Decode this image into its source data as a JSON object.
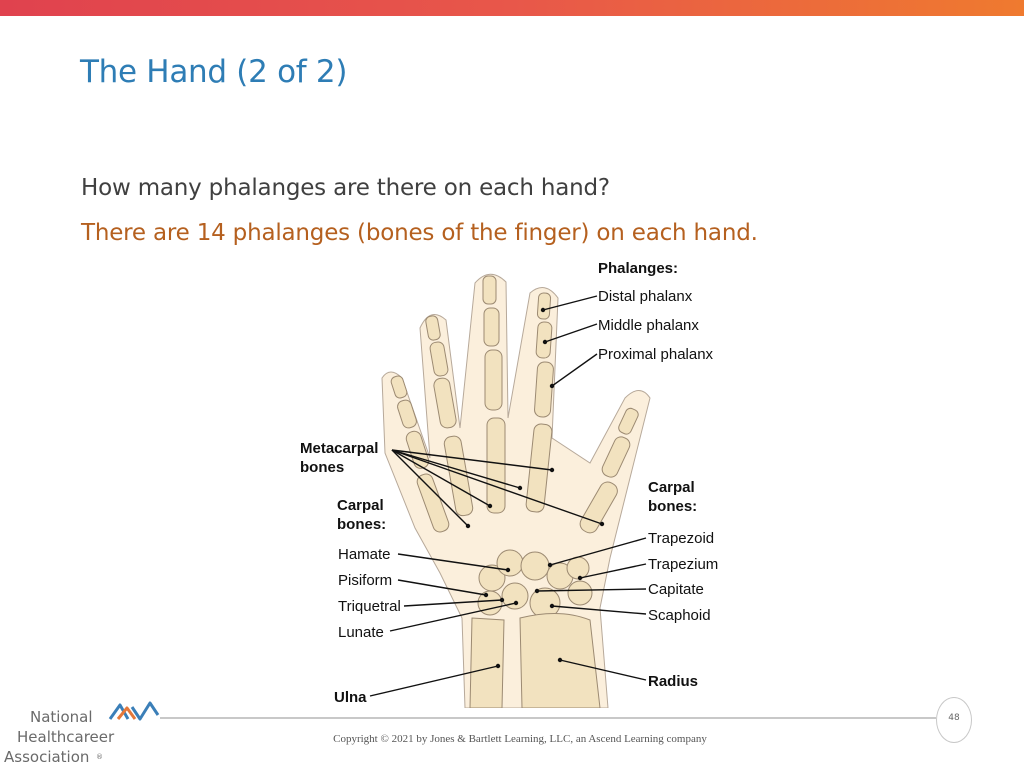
{
  "slide": {
    "title": "The Hand (2 of 2)",
    "question": "How many phalanges are there on each hand?",
    "answer": "There are 14 phalanges (bones of the finger) on each hand.",
    "page_number": "48",
    "copyright": "Copyright © 2021 by Jones & Bartlett Learning, LLC, an Ascend Learning company"
  },
  "logo": {
    "line1": "National",
    "line2": "Healthcareer",
    "line3": "Association",
    "mark": "®"
  },
  "figure": {
    "labels": {
      "phalanges": "Phalanges:",
      "distal": "Distal phalanx",
      "middle": "Middle phalanx",
      "proximal": "Proximal phalanx",
      "metacarpal_1": "Metacarpal",
      "metacarpal_2": "bones",
      "carpal_left_1": "Carpal",
      "carpal_left_2": "bones:",
      "carpal_right_1": "Carpal",
      "carpal_right_2": "bones:",
      "hamate": "Hamate",
      "pisiform": "Pisiform",
      "triquetral": "Triquetral",
      "lunate": "Lunate",
      "trapezoid": "Trapezoid",
      "trapezium": "Trapezium",
      "capitate": "Capitate",
      "scaphoid": "Scaphoid",
      "ulna": "Ulna",
      "radius": "Radius"
    }
  },
  "colors": {
    "title": "#2e7db5",
    "answer": "#b5601f",
    "bone": "#f2e2bf",
    "skin": "#fbefdc",
    "accent_red": "#e0424e",
    "accent_orange": "#ef7a2f"
  }
}
